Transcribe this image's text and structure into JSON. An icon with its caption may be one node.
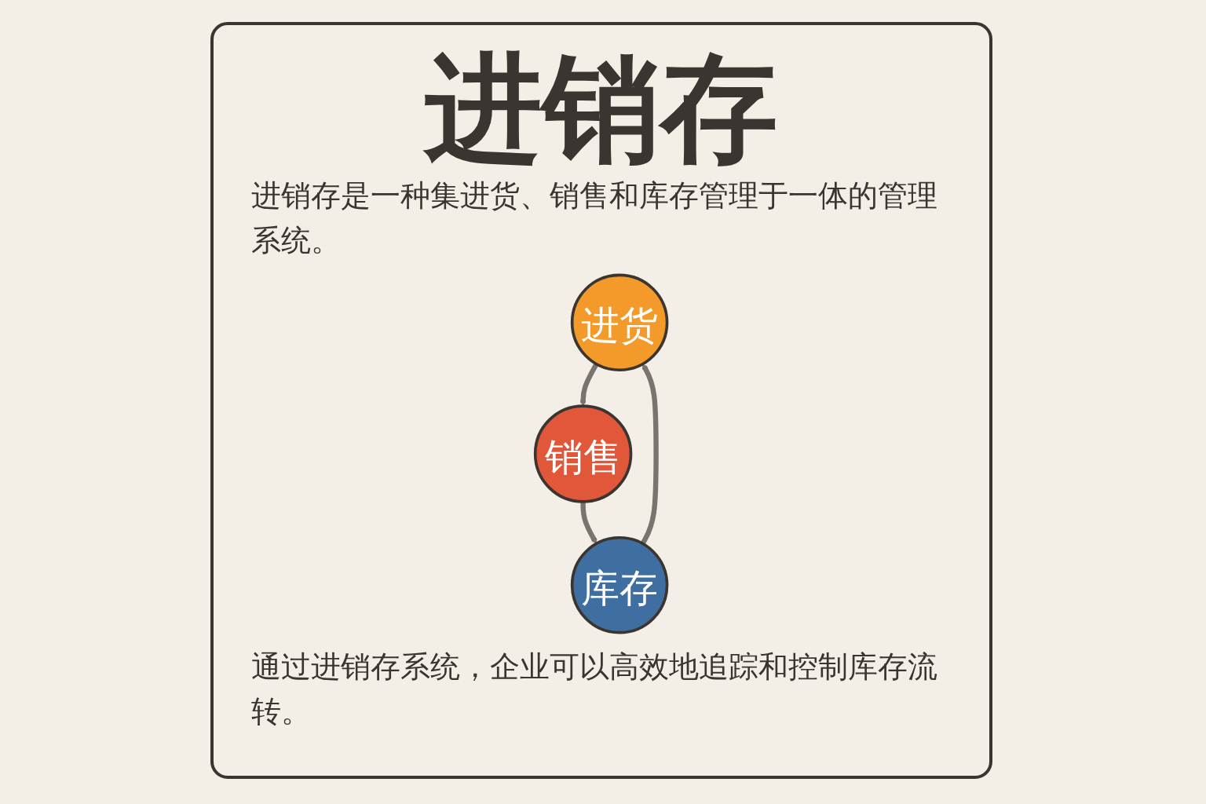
{
  "diagram": {
    "title": "进销存",
    "nodes": [
      {
        "text": [
          "进货"
        ]
      },
      {
        "text": [
          "销售"
        ]
      },
      {
        "text": [
          "库存"
        ]
      }
    ],
    "edges": [
      {
        "from": 0,
        "to": 1,
        "arrow": "to"
      },
      {
        "from": 1,
        "to": 2,
        "arrow": "to"
      },
      {
        "from": 2,
        "to": 0,
        "arrow": "to"
      }
    ],
    "labels": [
      "进销存是一种集进货、销售和库存管理于一体的管理系统。",
      "通过进销存系统，企业可以高效地追踪和控制库存流转。"
    ]
  }
}
